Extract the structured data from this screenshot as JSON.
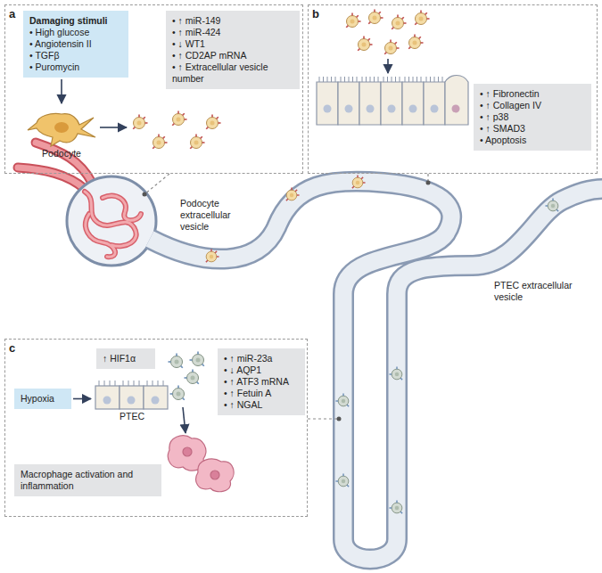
{
  "diagram": {
    "nodes": [
      {
        "text": [
          "a"
        ]
      },
      {
        "text": [
          "Damaging stimuli",
          "• High glucose",
          "• Angiotensin II",
          "• TGFβ",
          "• Puromycin"
        ],
        "in": 0
      },
      {
        "text": [
          "• ↑ miR-149",
          "• ↑ miR-424",
          "• ↓ WT1",
          "• ↑ CD2AP mRNA",
          "• ↑ Extracellular vesicle number"
        ],
        "in": 0
      },
      {
        "text": [
          "Podocyte"
        ],
        "in": 0
      },
      {
        "text": [
          "b"
        ]
      },
      {
        "text": [
          "• ↑ Fibronectin",
          "• ↑ Collagen IV",
          "• ↑ p38",
          "• ↑ SMAD3",
          "• Apoptosis"
        ],
        "in": 4
      },
      {
        "text": [
          "c"
        ]
      },
      {
        "text": [
          "↑ HIF1α"
        ],
        "in": 6
      },
      {
        "text": [
          "Hypoxia"
        ],
        "in": 6
      },
      {
        "text": [
          "PTEC"
        ],
        "in": 6
      },
      {
        "text": [
          "• ↑ miR-23a",
          "• ↓ AQP1",
          "• ↑ ATF3 mRNA",
          "• ↑ Fetuin A",
          "• ↑ NGAL"
        ],
        "in": 6
      },
      {
        "text": [
          "Macrophage activation and inflammation"
        ],
        "in": 6
      }
    ],
    "edges": [
      {
        "from": 1,
        "to": 3,
        "arrow": "to"
      },
      {
        "from": 8,
        "to": 9,
        "arrow": "to"
      }
    ],
    "labels": [
      "Podocyte extracellular vesicle",
      "PTEC extracellular vesicle"
    ]
  }
}
